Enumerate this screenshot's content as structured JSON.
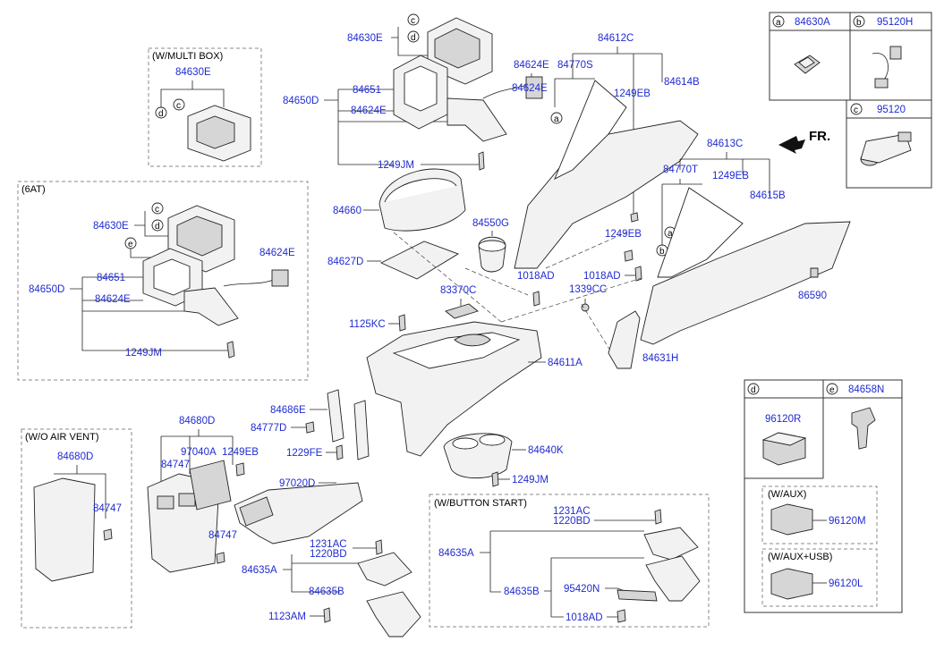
{
  "orientation_label": "FR.",
  "boxes": {
    "multi_box": "(W/MULTI BOX)",
    "six_at": "(6AT)",
    "wo_air_vent": "(W/O AIR VENT)",
    "button_start": "(W/BUTTON START)",
    "w_aux": "(W/AUX)",
    "w_aux_usb": "(W/AUX+USB)"
  },
  "legend": {
    "a": {
      "letter": "a",
      "part": "84630A"
    },
    "b": {
      "letter": "b",
      "part": "95120H"
    },
    "c": {
      "letter": "c",
      "part": "95120"
    },
    "d": {
      "letter": "d",
      "part": ""
    },
    "e": {
      "letter": "e",
      "part": "84658N"
    }
  },
  "circle_letters": [
    "a",
    "b",
    "c",
    "d",
    "e"
  ],
  "parts": {
    "p84630E": "84630E",
    "p84650D": "84650D",
    "p84651": "84651",
    "p84624E": "84624E",
    "p1249JM": "1249JM",
    "p84660": "84660",
    "p84627D": "84627D",
    "p84612C": "84612C",
    "p84770S": "84770S",
    "p84614B": "84614B",
    "p1249EB": "1249EB",
    "p84613C": "84613C",
    "p84770T": "84770T",
    "p84615B": "84615B",
    "p84550G": "84550G",
    "p1018AD": "1018AD",
    "p1339CC": "1339CC",
    "p86590": "86590",
    "p83370C": "83370C",
    "p1125KC": "1125KC",
    "p84611A": "84611A",
    "p84631H": "84631H",
    "p84686E": "84686E",
    "p84777D": "84777D",
    "p1229FE": "1229FE",
    "p84640K": "84640K",
    "p84680D": "84680D",
    "p97040A": "97040A",
    "p84747": "84747",
    "p97020D": "97020D",
    "p1231AC": "1231AC",
    "p1220BD": "1220BD",
    "p84635A": "84635A",
    "p84635B": "84635B",
    "p1123AM": "1123AM",
    "p95420N": "95420N",
    "p96120R": "96120R",
    "p96120M": "96120M",
    "p96120L": "96120L"
  }
}
